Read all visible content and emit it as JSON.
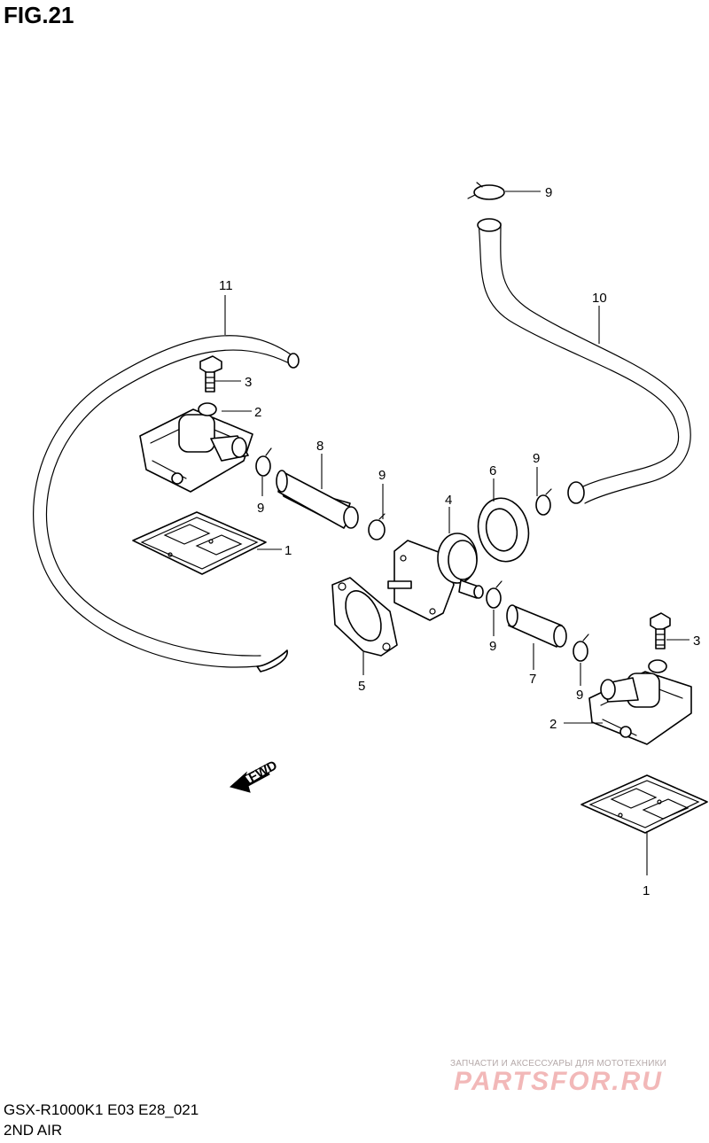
{
  "figure": {
    "title": "FIG.21"
  },
  "footer": {
    "model_line": "GSX-R1000K1 E03 E28_021",
    "section_line": "2ND AIR"
  },
  "watermark": {
    "tagline": "ЗАПЧАСТИ И АКСЕССУАРЫ ДЛЯ МОТОТЕХНИКИ",
    "brand": "PARTSFOR.RU",
    "color": "#f2b8b8"
  },
  "direction_marker": {
    "label": "FWD"
  },
  "callouts": {
    "c1_upper": "1",
    "c1_lower": "1",
    "c2_upper": "2",
    "c2_lower": "2",
    "c3_upper": "3",
    "c3_lower": "3",
    "c4": "4",
    "c5": "5",
    "c6": "6",
    "c7": "7",
    "c8": "8",
    "c9_top": "9",
    "c9_a": "9",
    "c9_b": "9",
    "c9_c": "9",
    "c9_d": "9",
    "c9_e": "9",
    "c10": "10",
    "c11": "11"
  }
}
